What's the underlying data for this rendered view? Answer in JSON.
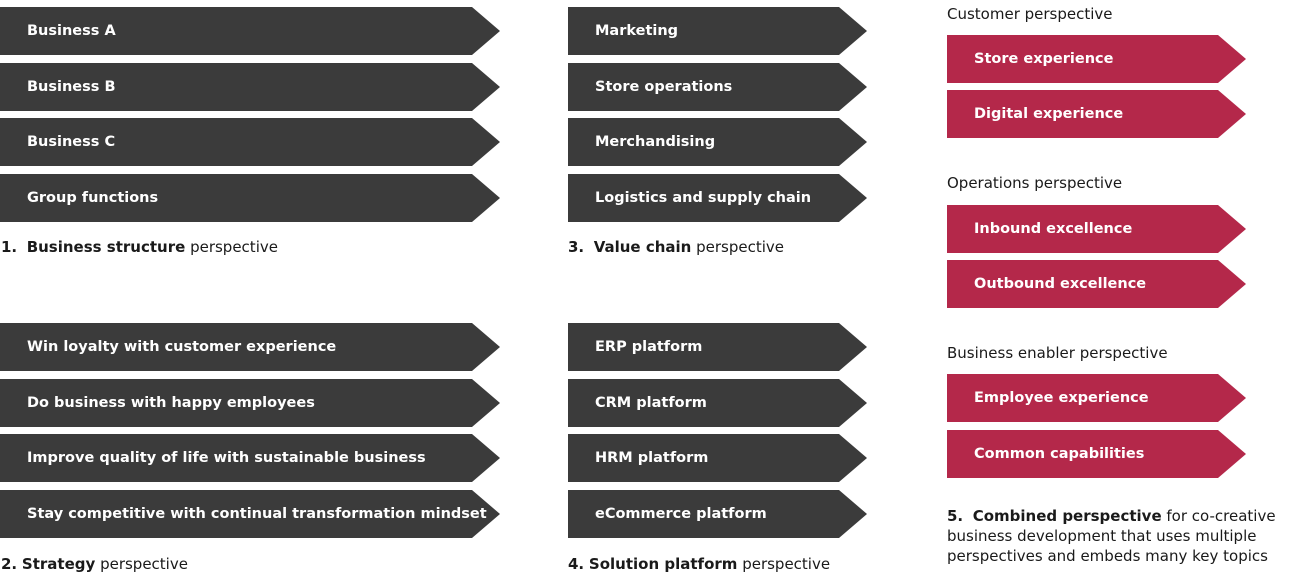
{
  "colors": {
    "dark_arrow": "#3b3b3b",
    "red_arrow": "#b4284a",
    "arrow_text": "#ffffff"
  },
  "panel1": {
    "items": [
      "Business A",
      "Business B",
      "Business C",
      "Group functions"
    ],
    "num": "1.",
    "bold": "Business structure",
    "rest": "perspective"
  },
  "panel2": {
    "items": [
      "Win loyalty with customer experience",
      "Do business with happy employees",
      "Improve quality of life with sustainable business",
      "Stay competitive with continual transformation mindset"
    ],
    "num": "2.",
    "bold": "Strategy",
    "rest": "perspective"
  },
  "panel3": {
    "items": [
      "Marketing",
      "Store operations",
      "Merchandising",
      "Logistics and supply chain"
    ],
    "num": "3.",
    "bold": "Value chain",
    "rest": "perspective"
  },
  "panel4": {
    "items": [
      "ERP platform",
      "CRM platform",
      "HRM platform",
      "eCommerce platform"
    ],
    "num": "4.",
    "bold": "Solution platform",
    "rest": "perspective"
  },
  "panel5": {
    "groups": [
      {
        "title": "Customer perspective",
        "items": [
          "Store experience",
          "Digital experience"
        ]
      },
      {
        "title": "Operations perspective",
        "items": [
          "Inbound excellence",
          "Outbound excellence"
        ]
      },
      {
        "title": "Business enabler perspective",
        "items": [
          "Employee experience",
          "Common capabilities"
        ]
      }
    ],
    "num": "5.",
    "bold": "Combined perspective",
    "rest": "for co-creative business development that uses multiple perspectives and embeds many key topics"
  }
}
